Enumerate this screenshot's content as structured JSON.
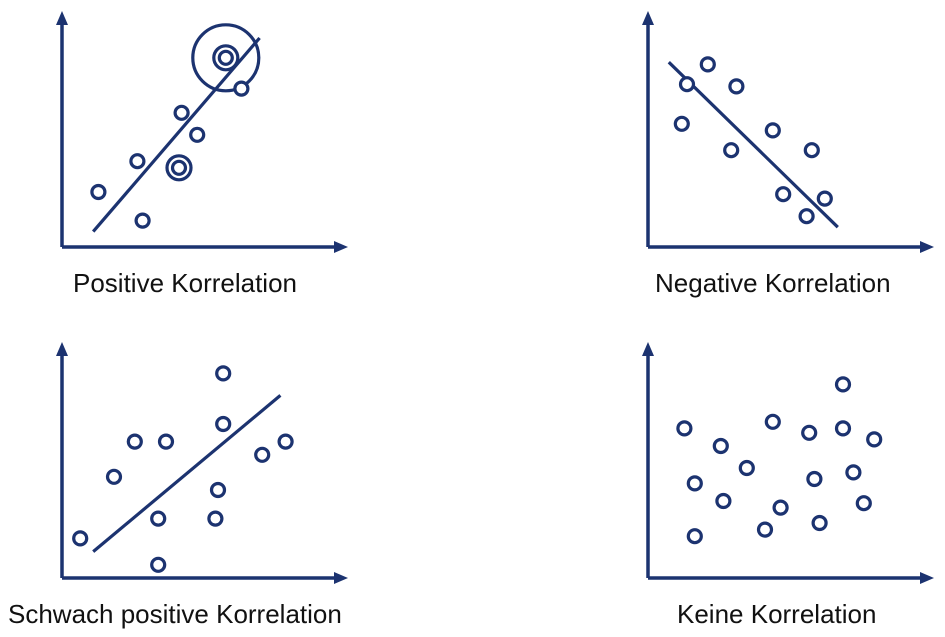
{
  "colors": {
    "ink": "#1c3370",
    "text": "#111111",
    "background": "#ffffff"
  },
  "chart_data": [
    {
      "type": "scatter",
      "caption": "Positive Korrelation",
      "xlim": [
        0,
        10
      ],
      "ylim": [
        0,
        10
      ],
      "points": [
        [
          1.4,
          2.5
        ],
        [
          2.9,
          3.9
        ],
        [
          3.1,
          1.2
        ],
        [
          4.5,
          3.6
        ],
        [
          4.6,
          6.1
        ],
        [
          5.2,
          5.1
        ],
        [
          6.3,
          8.6
        ],
        [
          6.9,
          7.2
        ]
      ],
      "highlighted_points": [
        [
          4.5,
          3.6
        ],
        [
          6.3,
          8.6
        ]
      ],
      "outlier_circle": [
        6.3,
        8.6
      ],
      "trend_line": [
        [
          1.2,
          0.7
        ],
        [
          7.6,
          9.5
        ]
      ]
    },
    {
      "type": "scatter",
      "caption": "Negative Korrelation",
      "xlim": [
        0,
        10
      ],
      "ylim": [
        0,
        10
      ],
      "points": [
        [
          1.3,
          5.6
        ],
        [
          1.5,
          7.4
        ],
        [
          2.3,
          8.3
        ],
        [
          3.2,
          4.4
        ],
        [
          3.4,
          7.3
        ],
        [
          4.8,
          5.3
        ],
        [
          5.2,
          2.4
        ],
        [
          6.1,
          1.4
        ],
        [
          6.3,
          4.4
        ],
        [
          6.8,
          2.2
        ]
      ],
      "trend_line": [
        [
          0.8,
          8.4
        ],
        [
          7.3,
          0.9
        ]
      ]
    },
    {
      "type": "scatter",
      "caption": "Schwach positive Korrelation",
      "xlim": [
        0,
        10
      ],
      "ylim": [
        0,
        10
      ],
      "points": [
        [
          0.7,
          1.8
        ],
        [
          2.0,
          4.6
        ],
        [
          2.8,
          6.2
        ],
        [
          3.7,
          0.6
        ],
        [
          3.7,
          2.7
        ],
        [
          4.0,
          6.2
        ],
        [
          5.9,
          2.7
        ],
        [
          6.0,
          4.0
        ],
        [
          6.2,
          7.0
        ],
        [
          6.2,
          9.3
        ],
        [
          7.7,
          5.6
        ],
        [
          8.6,
          6.2
        ]
      ],
      "trend_line": [
        [
          1.2,
          1.2
        ],
        [
          8.4,
          8.3
        ]
      ]
    },
    {
      "type": "scatter",
      "caption": "Keine Korrelation",
      "xlim": [
        0,
        10
      ],
      "ylim": [
        0,
        10
      ],
      "points": [
        [
          1.4,
          6.8
        ],
        [
          1.8,
          4.3
        ],
        [
          1.8,
          1.9
        ],
        [
          2.8,
          6.0
        ],
        [
          2.9,
          3.5
        ],
        [
          3.8,
          5.0
        ],
        [
          4.5,
          2.2
        ],
        [
          4.8,
          7.1
        ],
        [
          5.1,
          3.2
        ],
        [
          6.2,
          6.6
        ],
        [
          6.4,
          4.5
        ],
        [
          6.6,
          2.5
        ],
        [
          7.5,
          8.8
        ],
        [
          7.5,
          6.8
        ],
        [
          7.9,
          4.8
        ],
        [
          8.3,
          3.4
        ],
        [
          8.7,
          6.3
        ]
      ]
    }
  ]
}
